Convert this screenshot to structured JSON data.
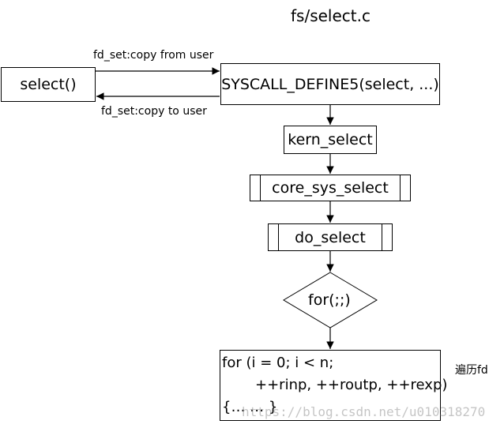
{
  "title": "fs/select.c",
  "nodes": {
    "select_user": "select()",
    "syscall_define": "SYSCALL_DEFINE5(select, ...)",
    "kern_select": "kern_select",
    "core_sys_select": "core_sys_select",
    "do_select": "do_select",
    "for_loop": "for(;;)",
    "inner_loop": {
      "line1": "for (i = 0; i < n;",
      "line2": "++rinp, ++routp, ++rexp)",
      "line3": "{… … }"
    }
  },
  "edges": {
    "copy_from_user": "fd_set:copy from user",
    "copy_to_user": "fd_set:copy to user"
  },
  "annotation": "遍历fd",
  "watermark": "https://blog.csdn.net/u010318270"
}
